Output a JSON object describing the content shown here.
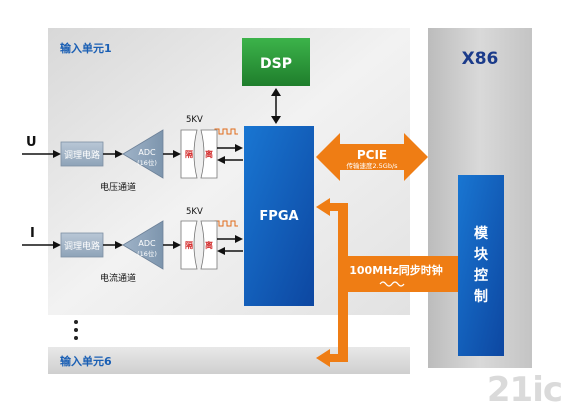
{
  "input_unit_1": {
    "label": "输入单元1"
  },
  "input_unit_6": {
    "label": "输入单元6"
  },
  "ellipsis": "⋮",
  "channels": [
    {
      "signal": "U",
      "conditioning": "调理电路",
      "adc_line1": "ADC",
      "adc_line2": "(16位)",
      "channel_name": "电压通道",
      "kv": "5KV",
      "isolation_left": "隔",
      "isolation_right": "离"
    },
    {
      "signal": "I",
      "conditioning": "调理电路",
      "adc_line1": "ADC",
      "adc_line2": "(16位)",
      "channel_name": "电流通道",
      "kv": "5KV",
      "isolation_left": "隔",
      "isolation_right": "离"
    }
  ],
  "dsp": {
    "label": "DSP"
  },
  "fpga": {
    "label": "FPGA"
  },
  "x86": {
    "label": "X86"
  },
  "module_control": {
    "chars": [
      "模",
      "块",
      "控",
      "制"
    ]
  },
  "pcie": {
    "label": "PCIE",
    "speed": "传输速度2.5Gb/s"
  },
  "sync_clock": {
    "label": "100MHz同步时钟"
  },
  "colors": {
    "blue_block": "#1565c0",
    "green_block": "#2e9e3e",
    "orange_arrow": "#ef7d14",
    "gray_panel": "#e0e0e0",
    "x86_panel": "#cdcdcd"
  }
}
